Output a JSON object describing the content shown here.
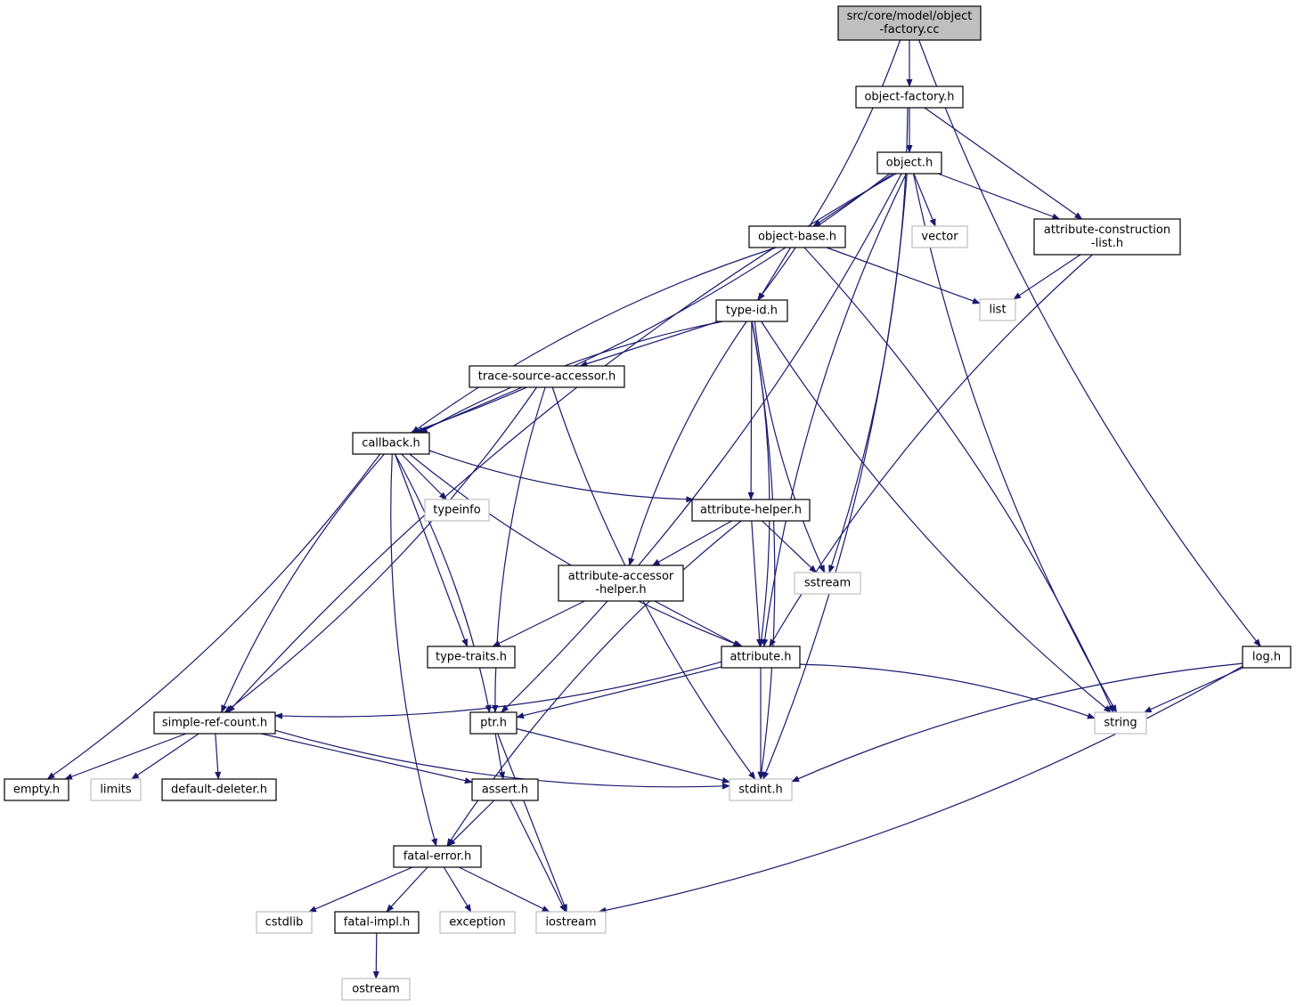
{
  "graph": {
    "nodes": [
      {
        "id": "root",
        "lines": [
          "src/core/model/object",
          "-factory.cc"
        ],
        "style": "root"
      },
      {
        "id": "object_factory_h",
        "lines": [
          "object-factory.h"
        ],
        "style": "doc"
      },
      {
        "id": "object_h",
        "lines": [
          "object.h"
        ],
        "style": "doc"
      },
      {
        "id": "object_base_h",
        "lines": [
          "object-base.h"
        ],
        "style": "doc"
      },
      {
        "id": "vector",
        "lines": [
          "vector"
        ],
        "style": "sys"
      },
      {
        "id": "attr_constr",
        "lines": [
          "attribute-construction",
          "-list.h"
        ],
        "style": "doc"
      },
      {
        "id": "list",
        "lines": [
          "list"
        ],
        "style": "sys"
      },
      {
        "id": "type_id_h",
        "lines": [
          "type-id.h"
        ],
        "style": "doc"
      },
      {
        "id": "trace_src",
        "lines": [
          "trace-source-accessor.h"
        ],
        "style": "doc"
      },
      {
        "id": "callback_h",
        "lines": [
          "callback.h"
        ],
        "style": "doc"
      },
      {
        "id": "typeinfo",
        "lines": [
          "typeinfo"
        ],
        "style": "sys"
      },
      {
        "id": "attr_helper",
        "lines": [
          "attribute-helper.h"
        ],
        "style": "doc"
      },
      {
        "id": "attr_acc_helper",
        "lines": [
          "attribute-accessor",
          "-helper.h"
        ],
        "style": "doc"
      },
      {
        "id": "sstream",
        "lines": [
          "sstream"
        ],
        "style": "sys"
      },
      {
        "id": "type_traits",
        "lines": [
          "type-traits.h"
        ],
        "style": "doc"
      },
      {
        "id": "attribute_h",
        "lines": [
          "attribute.h"
        ],
        "style": "doc"
      },
      {
        "id": "log_h",
        "lines": [
          "log.h"
        ],
        "style": "doc"
      },
      {
        "id": "simple_ref",
        "lines": [
          "simple-ref-count.h"
        ],
        "style": "doc"
      },
      {
        "id": "ptr_h",
        "lines": [
          "ptr.h"
        ],
        "style": "doc"
      },
      {
        "id": "string",
        "lines": [
          "string"
        ],
        "style": "sys"
      },
      {
        "id": "empty_h",
        "lines": [
          "empty.h"
        ],
        "style": "doc"
      },
      {
        "id": "limits",
        "lines": [
          "limits"
        ],
        "style": "sys"
      },
      {
        "id": "default_deleter",
        "lines": [
          "default-deleter.h"
        ],
        "style": "doc"
      },
      {
        "id": "assert_h",
        "lines": [
          "assert.h"
        ],
        "style": "doc"
      },
      {
        "id": "stdint",
        "lines": [
          "stdint.h"
        ],
        "style": "sys"
      },
      {
        "id": "fatal_error",
        "lines": [
          "fatal-error.h"
        ],
        "style": "doc"
      },
      {
        "id": "cstdlib",
        "lines": [
          "cstdlib"
        ],
        "style": "sys"
      },
      {
        "id": "fatal_impl",
        "lines": [
          "fatal-impl.h"
        ],
        "style": "doc"
      },
      {
        "id": "exception",
        "lines": [
          "exception"
        ],
        "style": "sys"
      },
      {
        "id": "iostream",
        "lines": [
          "iostream"
        ],
        "style": "sys"
      },
      {
        "id": "ostream",
        "lines": [
          "ostream"
        ],
        "style": "sys"
      }
    ],
    "edges": [
      [
        "root",
        "object_factory_h"
      ],
      [
        "root",
        "type_id_h"
      ],
      [
        "root",
        "log_h"
      ],
      [
        "object_factory_h",
        "object_h"
      ],
      [
        "object_factory_h",
        "attr_constr"
      ],
      [
        "object_factory_h",
        "sstream"
      ],
      [
        "object_h",
        "object_base_h"
      ],
      [
        "object_h",
        "vector"
      ],
      [
        "object_h",
        "attr_constr"
      ],
      [
        "object_h",
        "ptr_h"
      ],
      [
        "object_h",
        "simple_ref"
      ],
      [
        "object_h",
        "callback_h"
      ],
      [
        "object_h",
        "string"
      ],
      [
        "object_h",
        "stdint"
      ],
      [
        "object_h",
        "attribute_h"
      ],
      [
        "object_base_h",
        "type_id_h"
      ],
      [
        "object_base_h",
        "list"
      ],
      [
        "object_base_h",
        "string"
      ],
      [
        "object_base_h",
        "callback_h"
      ],
      [
        "attr_constr",
        "list"
      ],
      [
        "attr_constr",
        "attribute_h"
      ],
      [
        "type_id_h",
        "trace_src"
      ],
      [
        "type_id_h",
        "callback_h"
      ],
      [
        "type_id_h",
        "attr_helper"
      ],
      [
        "type_id_h",
        "attr_acc_helper"
      ],
      [
        "type_id_h",
        "attribute_h"
      ],
      [
        "type_id_h",
        "string"
      ],
      [
        "type_id_h",
        "stdint"
      ],
      [
        "type_id_h",
        "sstream"
      ],
      [
        "trace_src",
        "callback_h"
      ],
      [
        "trace_src",
        "ptr_h"
      ],
      [
        "trace_src",
        "simple_ref"
      ],
      [
        "trace_src",
        "stdint"
      ],
      [
        "callback_h",
        "typeinfo"
      ],
      [
        "callback_h",
        "attr_helper"
      ],
      [
        "callback_h",
        "type_traits"
      ],
      [
        "callback_h",
        "attribute_h"
      ],
      [
        "callback_h",
        "ptr_h"
      ],
      [
        "callback_h",
        "simple_ref"
      ],
      [
        "callback_h",
        "empty_h"
      ],
      [
        "callback_h",
        "fatal_error"
      ],
      [
        "attr_helper",
        "attr_acc_helper"
      ],
      [
        "attr_helper",
        "sstream"
      ],
      [
        "attr_helper",
        "attribute_h"
      ],
      [
        "attr_helper",
        "fatal_error"
      ],
      [
        "attr_acc_helper",
        "type_traits"
      ],
      [
        "attr_acc_helper",
        "attribute_h"
      ],
      [
        "attribute_h",
        "simple_ref"
      ],
      [
        "attribute_h",
        "ptr_h"
      ],
      [
        "attribute_h",
        "string"
      ],
      [
        "attribute_h",
        "stdint"
      ],
      [
        "log_h",
        "string"
      ],
      [
        "log_h",
        "stdint"
      ],
      [
        "log_h",
        "iostream"
      ],
      [
        "simple_ref",
        "empty_h"
      ],
      [
        "simple_ref",
        "limits"
      ],
      [
        "simple_ref",
        "default_deleter"
      ],
      [
        "simple_ref",
        "assert_h"
      ],
      [
        "simple_ref",
        "stdint"
      ],
      [
        "ptr_h",
        "assert_h"
      ],
      [
        "ptr_h",
        "stdint"
      ],
      [
        "ptr_h",
        "iostream"
      ],
      [
        "assert_h",
        "fatal_error"
      ],
      [
        "assert_h",
        "iostream"
      ],
      [
        "fatal_error",
        "cstdlib"
      ],
      [
        "fatal_error",
        "fatal_impl"
      ],
      [
        "fatal_error",
        "exception"
      ],
      [
        "fatal_error",
        "iostream"
      ],
      [
        "fatal_impl",
        "ostream"
      ]
    ]
  },
  "colors": {
    "edge": "#191970",
    "root_fill": "#bfbfbf",
    "doc_border": "#000000",
    "sys_border": "#bfbfbf",
    "text": "#000000"
  }
}
